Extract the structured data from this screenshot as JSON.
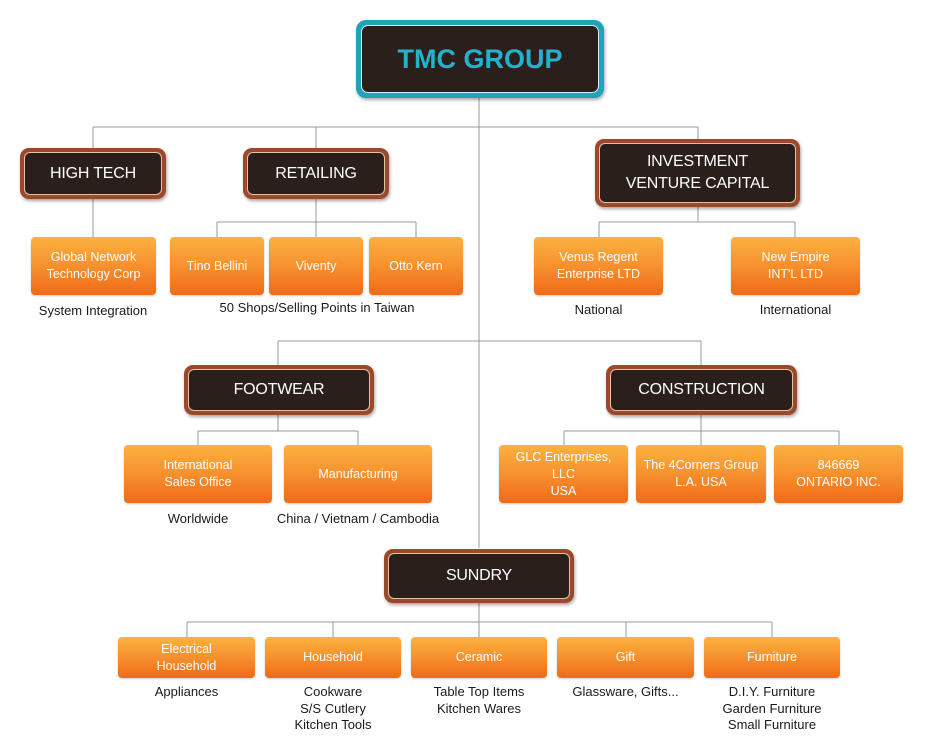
{
  "root": "TMC GROUP",
  "high_tech": {
    "title": "HIGH TECH",
    "companies": [
      {
        "name": "Global Network\nTechnology Corp",
        "note": "System Integration"
      }
    ]
  },
  "retailing": {
    "title": "RETAILING",
    "companies": [
      {
        "name": "Tino Bellini"
      },
      {
        "name": "Viventy"
      },
      {
        "name": "Otto Kern"
      }
    ],
    "note": "50 Shops/Selling Points in Taiwan"
  },
  "investment": {
    "title": "INVESTMENT\nVENTURE CAPITAL",
    "companies": [
      {
        "name": "Venus Regent\nEnterprise LTD",
        "note": "National"
      },
      {
        "name": "New Empire\nINT'L  LTD",
        "note": "International"
      }
    ]
  },
  "footwear": {
    "title": "FOOTWEAR",
    "companies": [
      {
        "name": "International\nSales Office",
        "note": "Worldwide"
      },
      {
        "name": "Manufacturing",
        "note": "China / Vietnam / Cambodia"
      }
    ]
  },
  "construction": {
    "title": "CONSTRUCTION",
    "companies": [
      {
        "name": "GLC Enterprises, LLC\nUSA"
      },
      {
        "name": "The 4Corners Group\nL.A. USA"
      },
      {
        "name": "846669\nONTARIO INC."
      }
    ]
  },
  "sundry": {
    "title": "SUNDRY",
    "companies": [
      {
        "name": "Electrical\nHousehold",
        "note": "Appliances"
      },
      {
        "name": "Household",
        "note": "Cookware\nS/S Cutlery\nKitchen Tools"
      },
      {
        "name": "Ceramic",
        "note": "Table Top Items\nKitchen Wares"
      },
      {
        "name": "Gift",
        "note": "Glassware, Gifts..."
      },
      {
        "name": "Furniture",
        "note": "D.I.Y. Furniture\nGarden Furniture\nSmall Furniture"
      }
    ]
  },
  "colors": {
    "root_frame": "#1fa3b8",
    "root_text": "#21b3cc",
    "category_frame": "#9a4a2a",
    "category_fill": "#2b1f1c",
    "company_orange": "#f79430",
    "connector": "#9a9a9a"
  }
}
